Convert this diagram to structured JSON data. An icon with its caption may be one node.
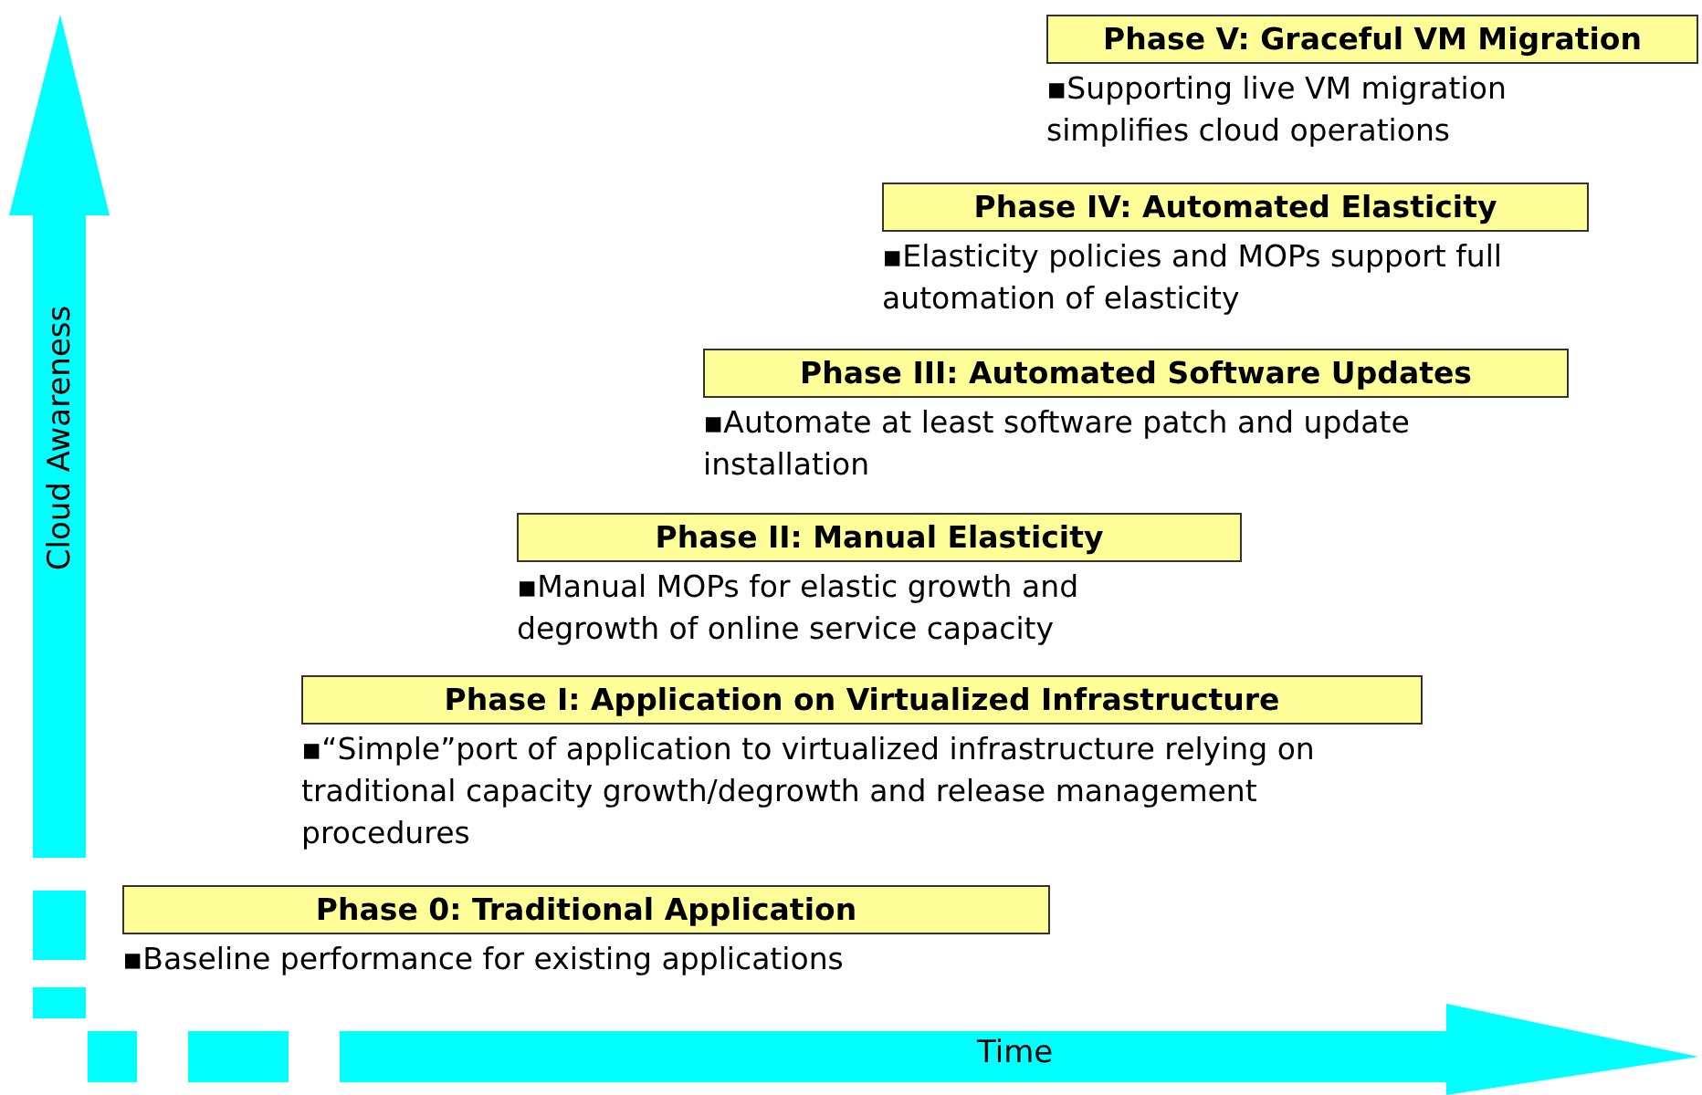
{
  "diagram": {
    "nodes": [
      {
        "text": [
          "Phase 0: Traditional Application",
          "▪Baseline performance for existing applications"
        ]
      },
      {
        "text": [
          "Phase I: Application on Virtualized Infrastructure",
          "▪“Simple”port of application to virtualized infrastructure relying on traditional capacity growth/degrowth and release management procedures"
        ]
      },
      {
        "text": [
          "Phase II: Manual Elasticity",
          "▪Manual MOPs for elastic growth and degrowth of online service capacity"
        ]
      },
      {
        "text": [
          "Phase III: Automated Software Updates",
          "▪Automate at least software patch and update installation"
        ]
      },
      {
        "text": [
          "Phase IV: Automated Elasticity",
          "▪Elasticity policies and MOPs support full automation of elasticity"
        ]
      },
      {
        "text": [
          "Phase V: Graceful VM Migration",
          "▪Supporting live VM migration simplifies cloud operations"
        ]
      }
    ],
    "edges": [],
    "labels": [
      "Cloud Awareness",
      "Time"
    ]
  }
}
